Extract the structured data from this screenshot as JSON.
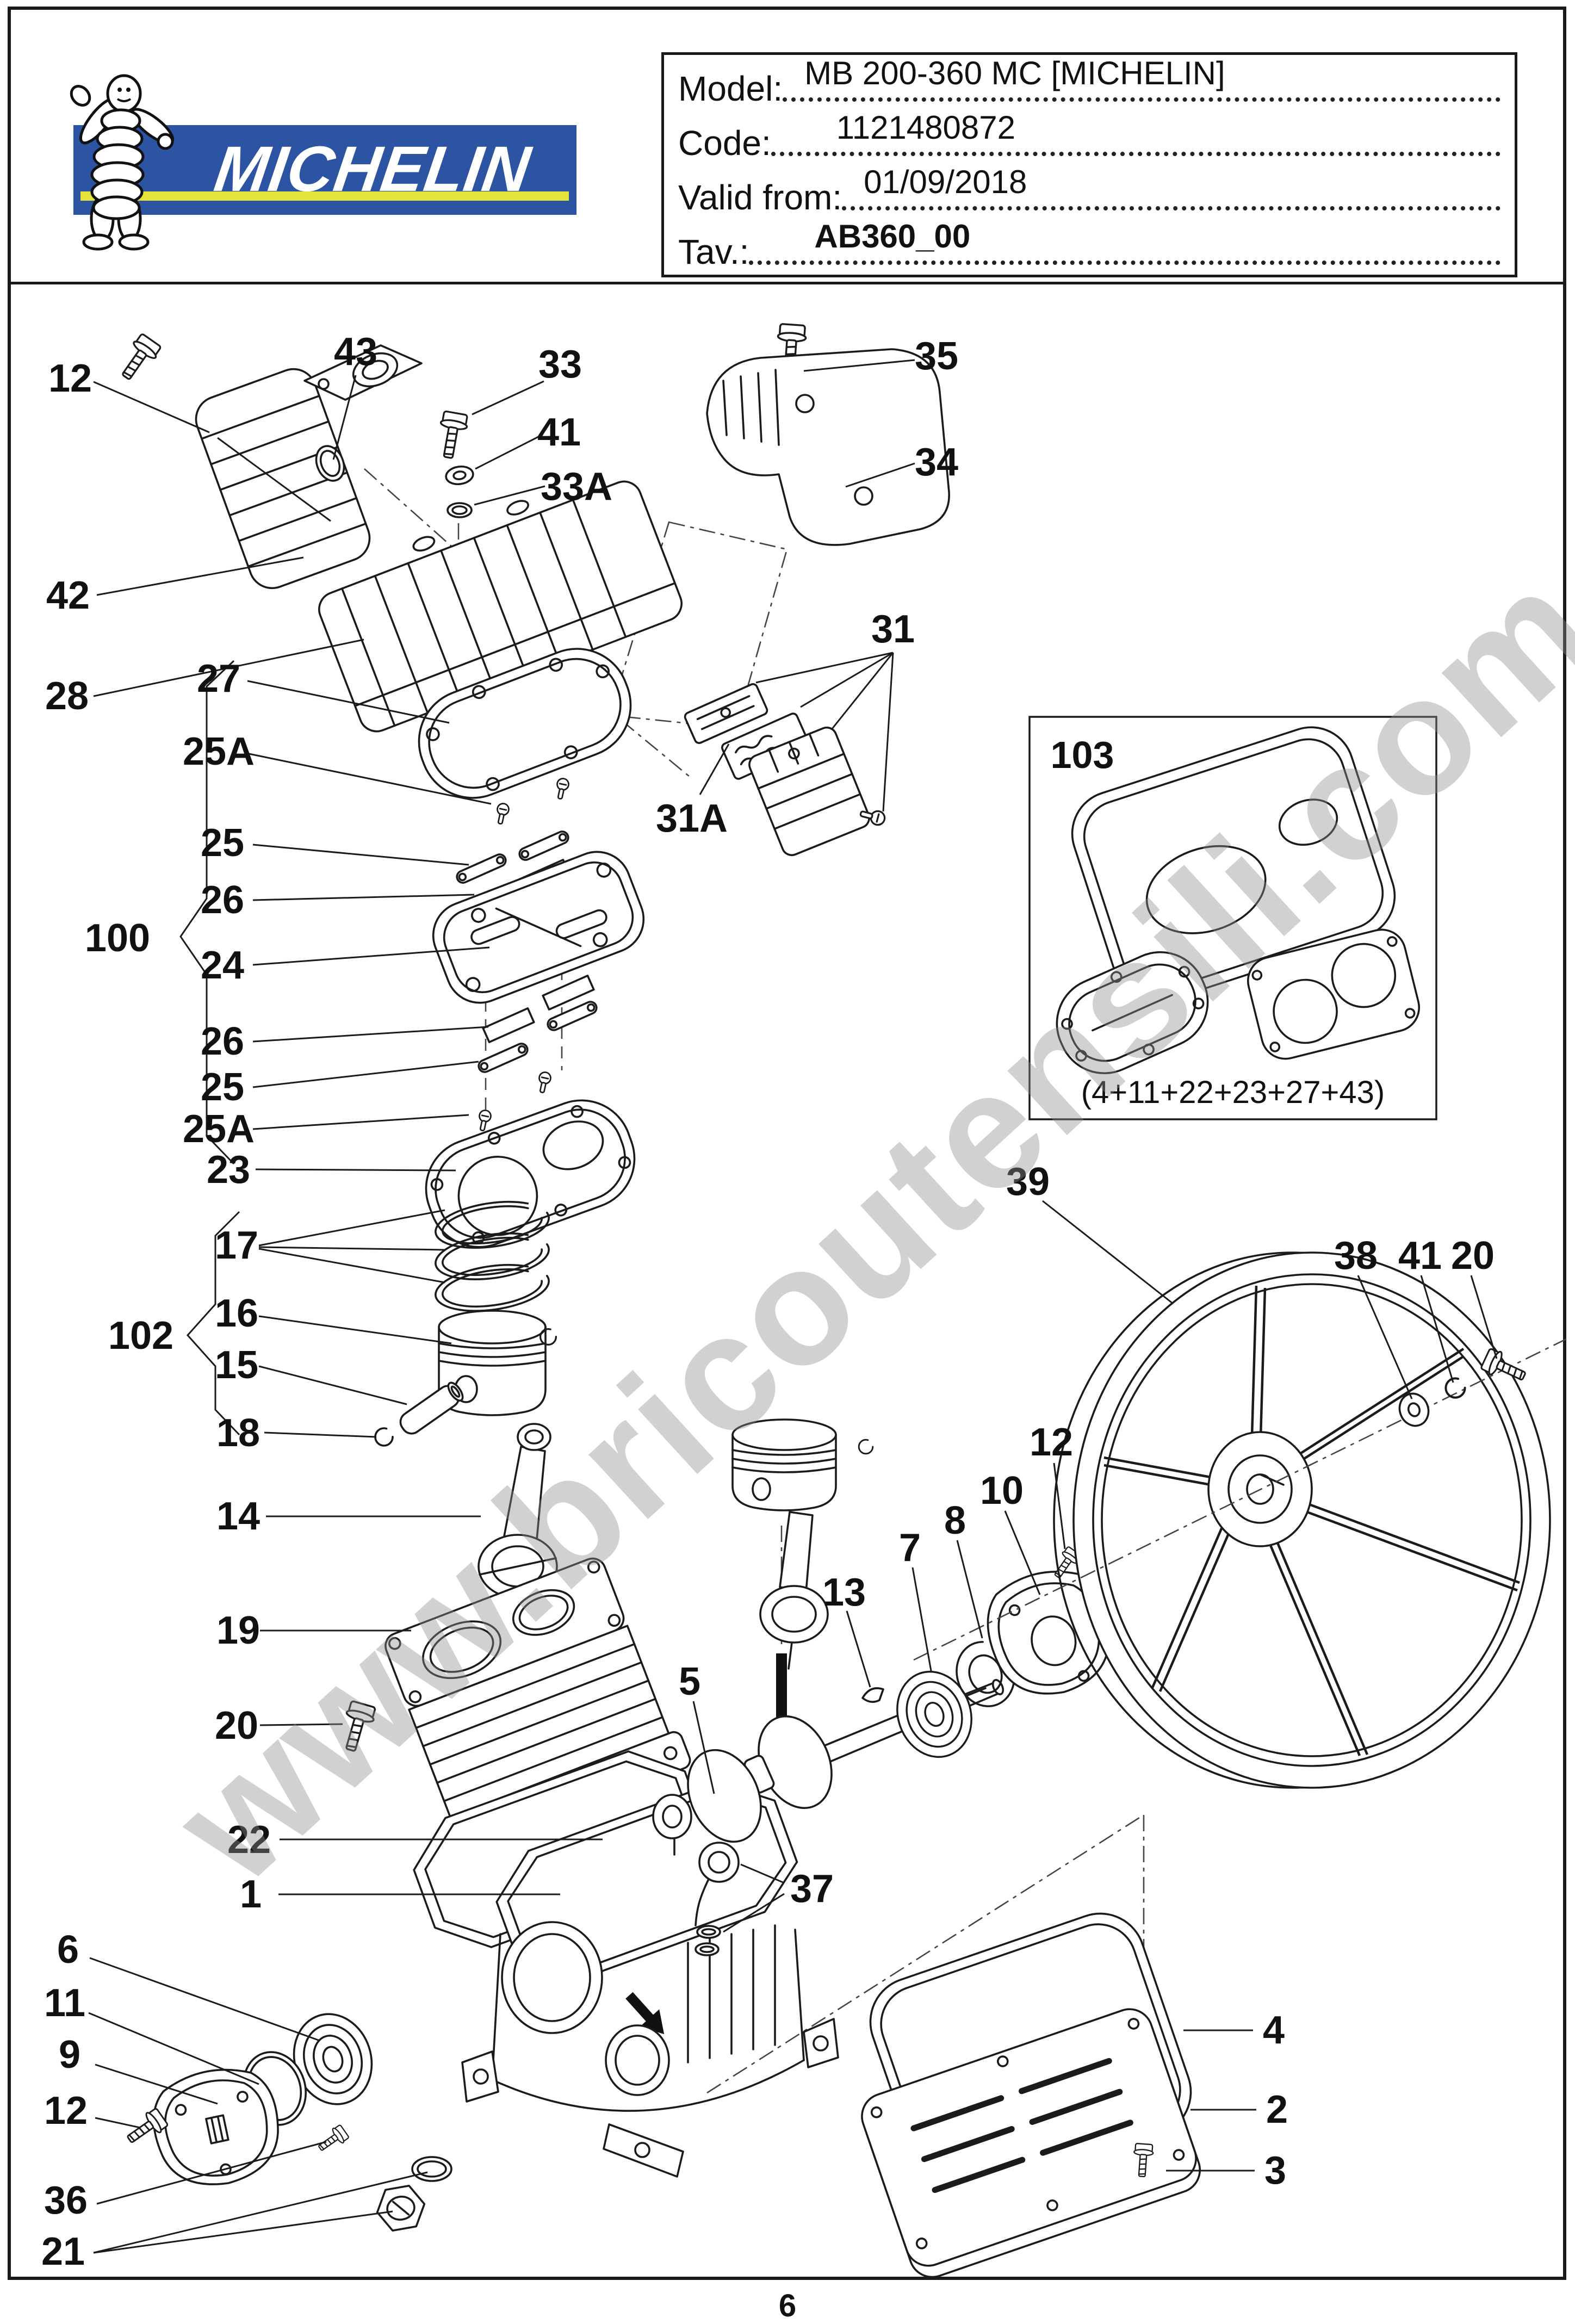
{
  "header": {
    "logo": {
      "brand": "MICHELIN",
      "brand_blue": "#2d54a3",
      "brand_yellow": "#e3e33c"
    },
    "info": {
      "model_label": "Model:",
      "model_value": "MB 200-360 MC [MICHELIN]",
      "code_label": "Code:",
      "code_value": "1121480872",
      "valid_label": "Valid from:",
      "valid_value": "01/09/2018",
      "tav_label": "Tav.:",
      "tav_value": "AB360_00"
    }
  },
  "watermark": "www.bricoutensili.com",
  "page_number": "6",
  "inset": {
    "label": "103",
    "caption": "(4+11+22+23+27+43)"
  },
  "labels": {
    "n12a": "12",
    "n43": "43",
    "n33": "33",
    "n41": "41",
    "n33a": "33A",
    "n35": "35",
    "n34": "34",
    "n42": "42",
    "n28": "28",
    "n27": "27",
    "n25a_top": "25A",
    "n25_top": "25",
    "n26_top": "26",
    "n100": "100",
    "n24": "24",
    "n26_bot": "26",
    "n25_bot": "25",
    "n25a_bot": "25A",
    "n23": "23",
    "n31": "31",
    "n31a": "31A",
    "n17": "17",
    "n102": "102",
    "n16": "16",
    "n15": "15",
    "n18": "18",
    "n14": "14",
    "n19": "19",
    "n20": "20",
    "n5": "5",
    "n13": "13",
    "n7": "7",
    "n8": "8",
    "n10": "10",
    "n12b": "12",
    "n39": "39",
    "n38": "38",
    "n41b": "41",
    "n20b": "20",
    "n22": "22",
    "n1": "1",
    "n6": "6",
    "n11": "11",
    "n9": "9",
    "n12c": "12",
    "n36": "36",
    "n21": "21",
    "n37": "37",
    "n4": "4",
    "n2": "2",
    "n3": "3"
  }
}
